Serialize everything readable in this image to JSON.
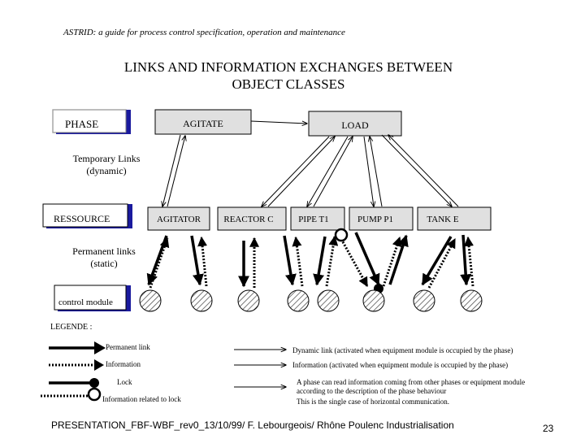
{
  "header": "ASTRID: a guide for process control specification, operation and maintenance",
  "title_line1": "LINKS AND INFORMATION EXCHANGES BETWEEN",
  "title_line2": "OBJECT CLASSES",
  "classes": {
    "phase": "PHASE",
    "ressource": "RESSOURCE",
    "control_module": "control module"
  },
  "phase_objects": {
    "agitate": "AGITATE",
    "load": "LOAD"
  },
  "equipment": {
    "agitator": "AGITATOR",
    "reactor": "REACTOR C",
    "pipe": "PIPE T1",
    "pump": "PUMP P1",
    "tank": "TANK  E"
  },
  "section_labels": {
    "temporary_1": "Temporary Links",
    "temporary_2": "(dynamic)",
    "permanent_1": "Permanent links",
    "permanent_2": "(static)"
  },
  "legend": {
    "title": "LEGENDE :",
    "permanent_link": "Permanent link",
    "information": "Information",
    "lock": "Lock",
    "info_lock": "Information related to lock",
    "dynamic_link": "Dynamic link (activated when equipment module is occupied by the phase)",
    "dynamic_info": "Information (activated when equipment module is occupied by the phase)",
    "note_1": "A phase can read information coming from other phases or equipment module",
    "note_2": "according to the description of the phase behaviour",
    "note_3": "This is the single case of horizontal communication."
  },
  "footer": "PRESENTATION_FBF-WBF_rev0_13/10/99/ F. Lebourgeois/ Rhône Poulenc Industrialisation",
  "page_number": "23"
}
